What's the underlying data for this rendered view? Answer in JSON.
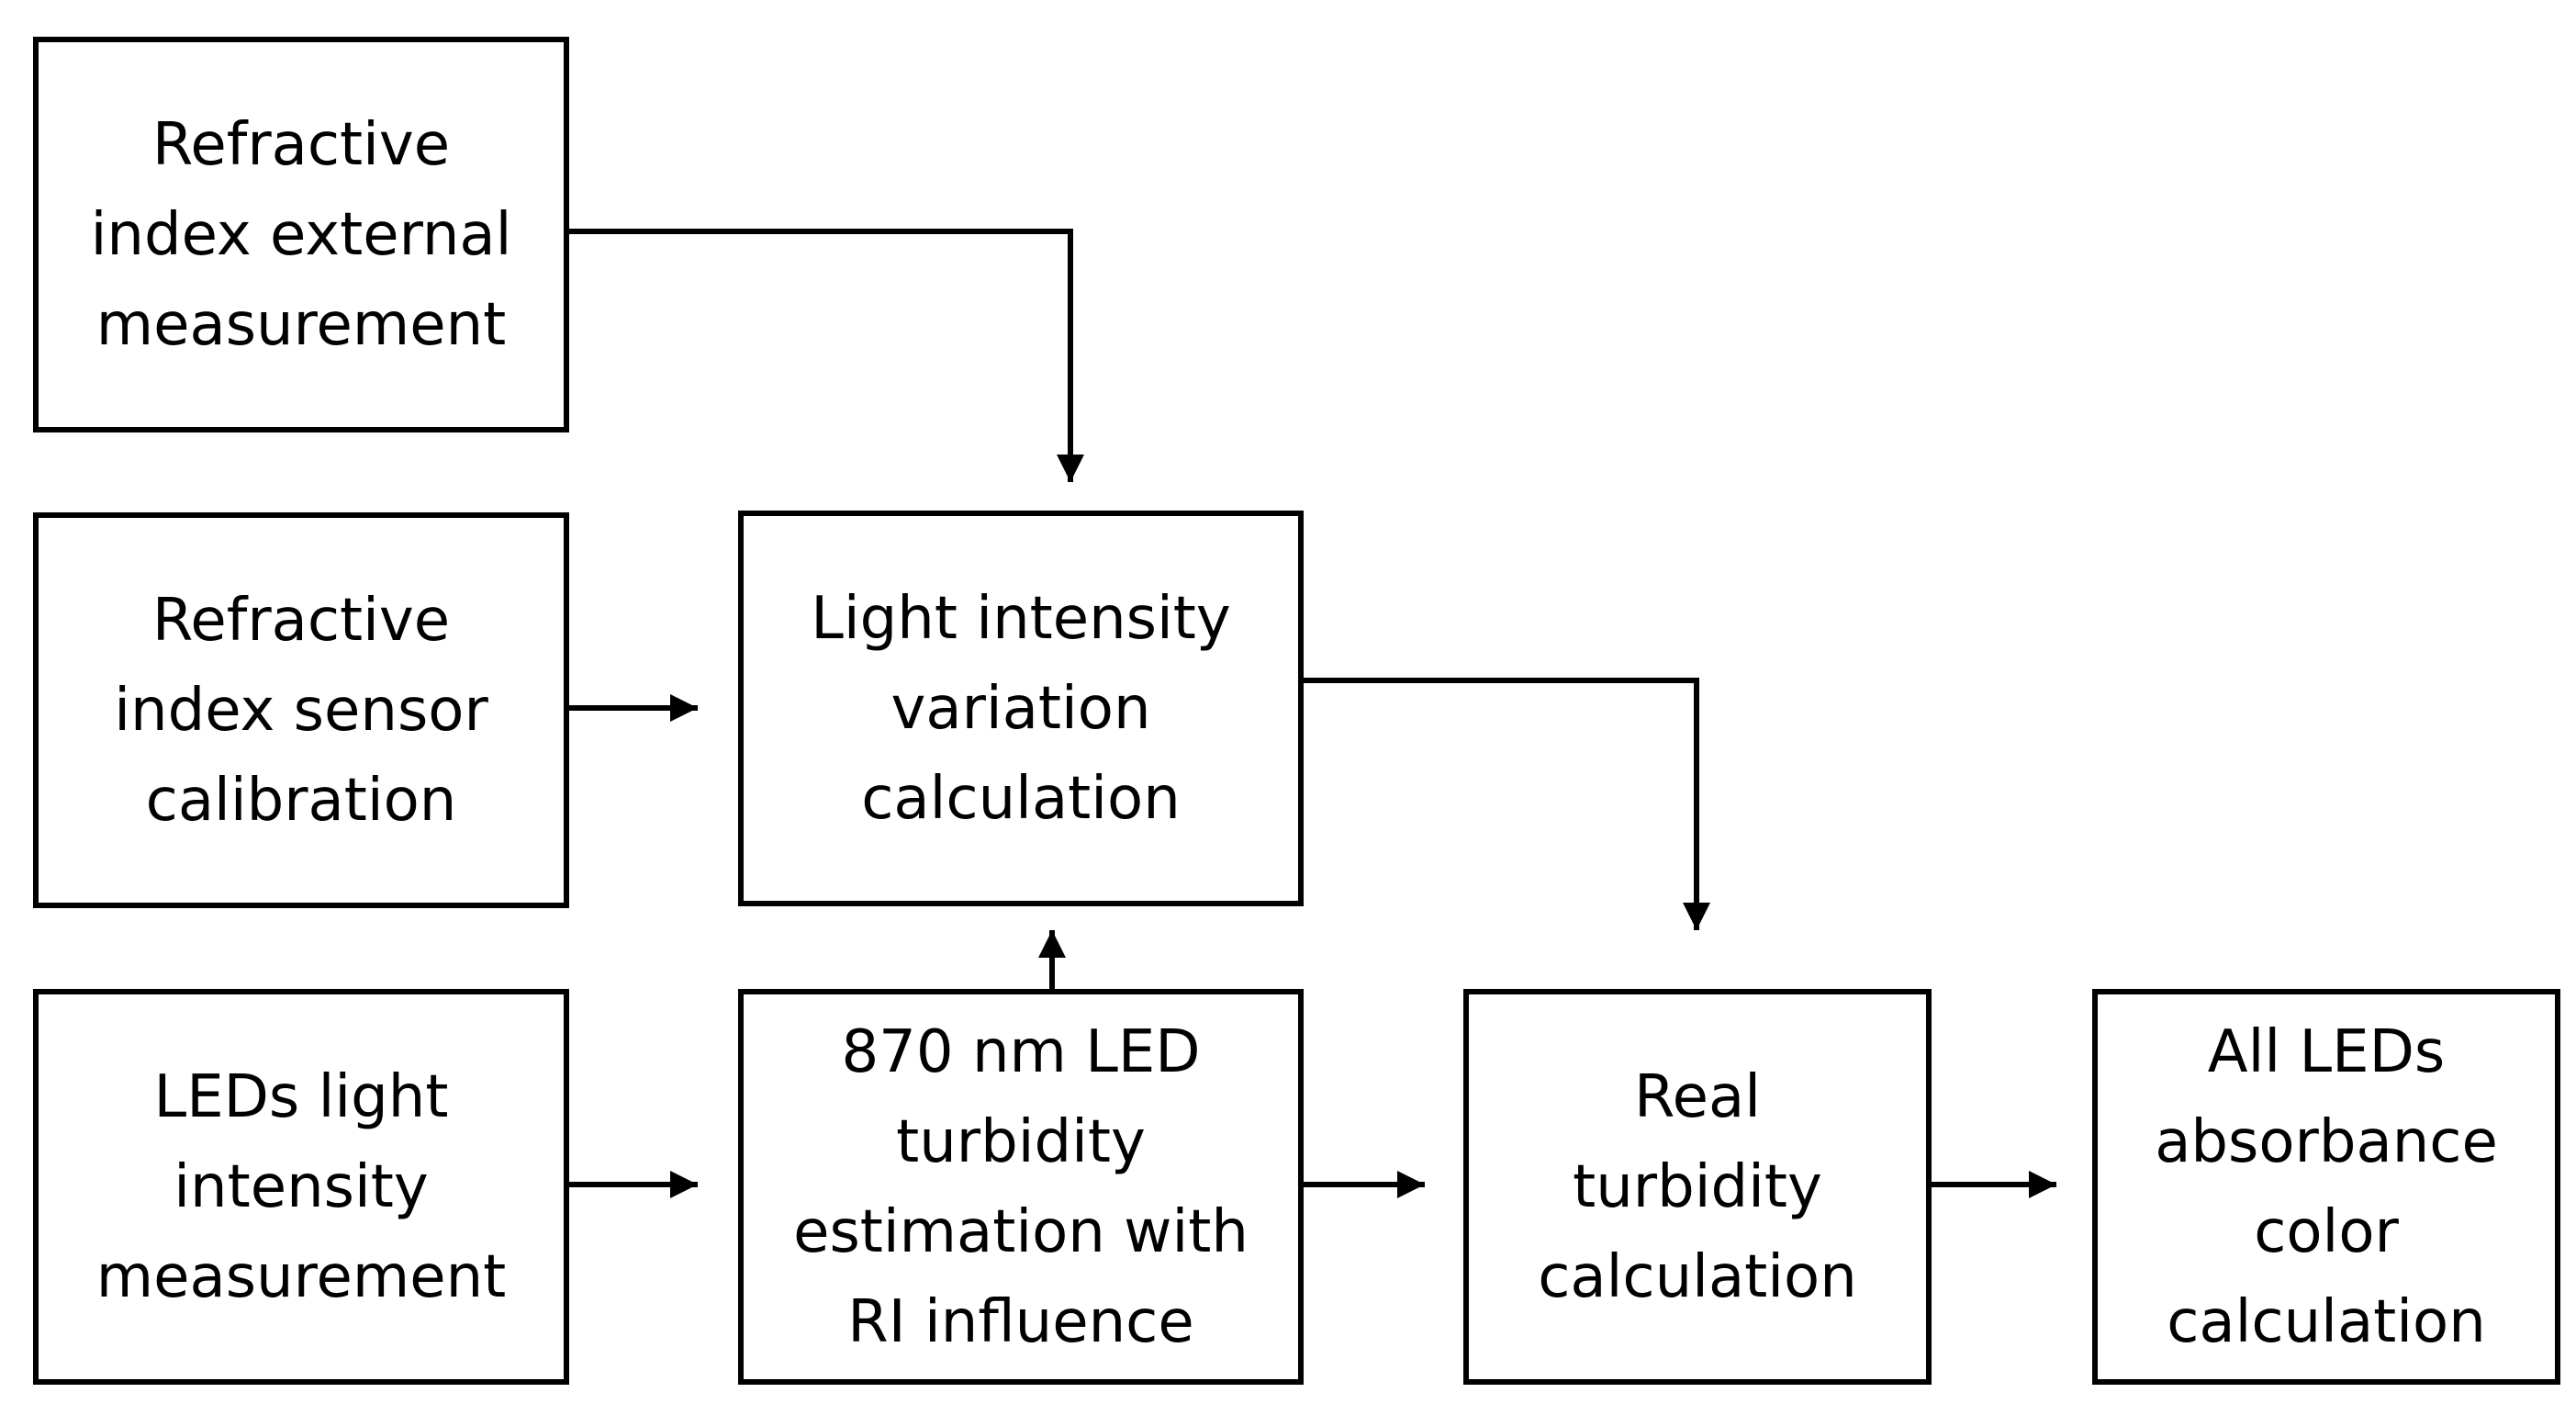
{
  "diagram": {
    "nodes": [
      {
        "id": "ri-external",
        "lines": [
          "Refractive",
          "index external",
          "measurement"
        ]
      },
      {
        "id": "ri-sensor",
        "lines": [
          "Refractive",
          "index sensor",
          "calibration"
        ]
      },
      {
        "id": "leds-light",
        "lines": [
          "LEDs light",
          "intensity",
          "measurement"
        ]
      },
      {
        "id": "light-var",
        "lines": [
          "Light intensity",
          "variation",
          "calculation"
        ]
      },
      {
        "id": "870nm",
        "lines": [
          "870 nm LED",
          "turbidity",
          "estimation with",
          "RI influence"
        ]
      },
      {
        "id": "real-turb",
        "lines": [
          "Real",
          "turbidity",
          "calculation"
        ]
      },
      {
        "id": "all-leds",
        "lines": [
          "All LEDs",
          "absorbance",
          "color",
          "calculation"
        ]
      }
    ],
    "edges": [
      {
        "from": "ri-external",
        "to": "light-var"
      },
      {
        "from": "ri-sensor",
        "to": "light-var"
      },
      {
        "from": "leds-light",
        "to": "870nm"
      },
      {
        "from": "870nm",
        "to": "light-var"
      },
      {
        "from": "light-var",
        "to": "real-turb"
      },
      {
        "from": "870nm",
        "to": "real-turb"
      },
      {
        "from": "real-turb",
        "to": "all-leds"
      }
    ]
  }
}
